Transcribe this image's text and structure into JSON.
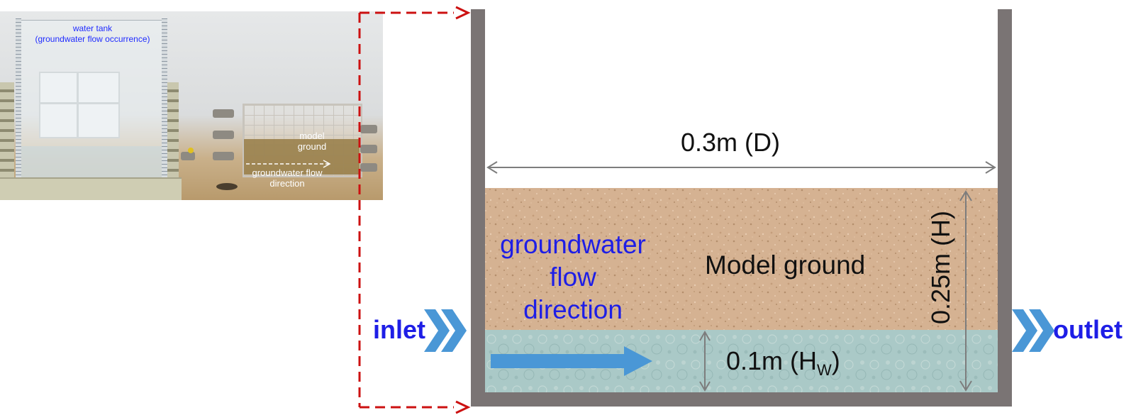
{
  "photo": {
    "tank_label_line1": "water tank",
    "tank_label_line2": "(groundwater flow occurrence)",
    "model_label_line1": "model",
    "model_label_line2": "ground",
    "flow_label_line1": "groundwater flow",
    "flow_label_line2": "direction"
  },
  "diagram": {
    "width_label": "0.3m (D)",
    "height_label": "0.25m (H)",
    "water_label_prefix": "0.1m (H",
    "water_label_sub": "W",
    "water_label_suffix": ")",
    "model_ground_label": "Model ground",
    "flow_line1": "groundwater",
    "flow_line2": "flow",
    "flow_line3": "direction",
    "inlet_label": "inlet",
    "outlet_label": "outlet"
  },
  "colors": {
    "wall": "#7a7474",
    "soil": "#d4b08f",
    "water": "#a9c9c8",
    "arrow_blue": "#4a97d6",
    "dashed_red": "#cc1111",
    "text_blue": "#1e1ee6",
    "dimension_gray": "#7d7d7d"
  }
}
